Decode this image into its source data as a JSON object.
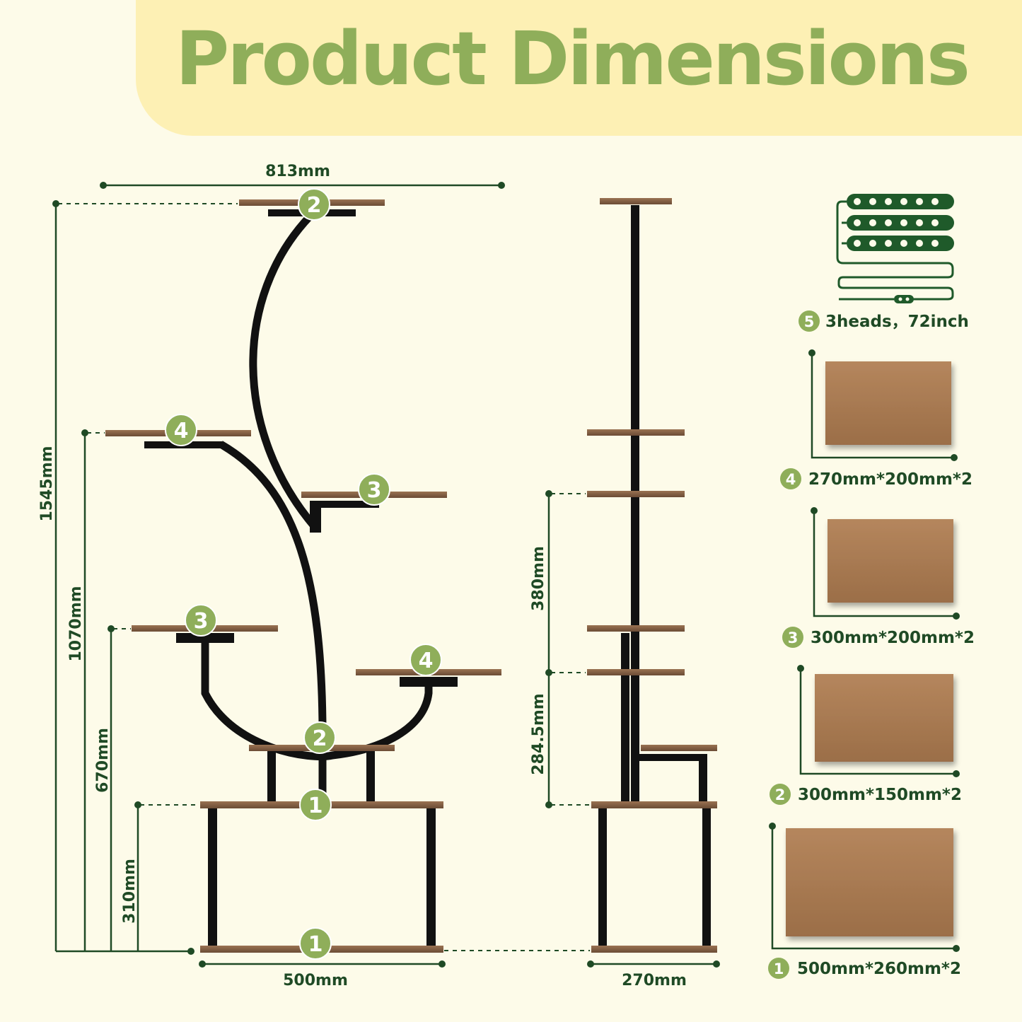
{
  "title": "Product Dimensions",
  "colors": {
    "accent_green": "#8fae5a",
    "dark_green": "#1f4a25",
    "banner": "#fdf0b4",
    "background": "#fdfbe9",
    "wood": "#7a5a40",
    "frame": "#111111"
  },
  "front_view": {
    "width_top": "813mm",
    "height_total": "1545mm",
    "height_tier4": "1070mm",
    "height_tier3": "670mm",
    "height_tier1": "310mm",
    "width_base": "500mm",
    "shelf_badges": [
      "2",
      "4",
      "3",
      "3",
      "4",
      "2",
      "1",
      "1"
    ]
  },
  "side_view": {
    "gap_upper": "380mm",
    "gap_lower": "284.5mm",
    "depth_base": "270mm"
  },
  "parts": [
    {
      "number": "5",
      "label": "3heads，72inch",
      "icon": "led-strip-icon"
    },
    {
      "number": "4",
      "label": "270mm*200mm*2"
    },
    {
      "number": "3",
      "label": "300mm*200mm*2"
    },
    {
      "number": "2",
      "label": "300mm*150mm*2"
    },
    {
      "number": "1",
      "label": "500mm*260mm*2"
    }
  ]
}
